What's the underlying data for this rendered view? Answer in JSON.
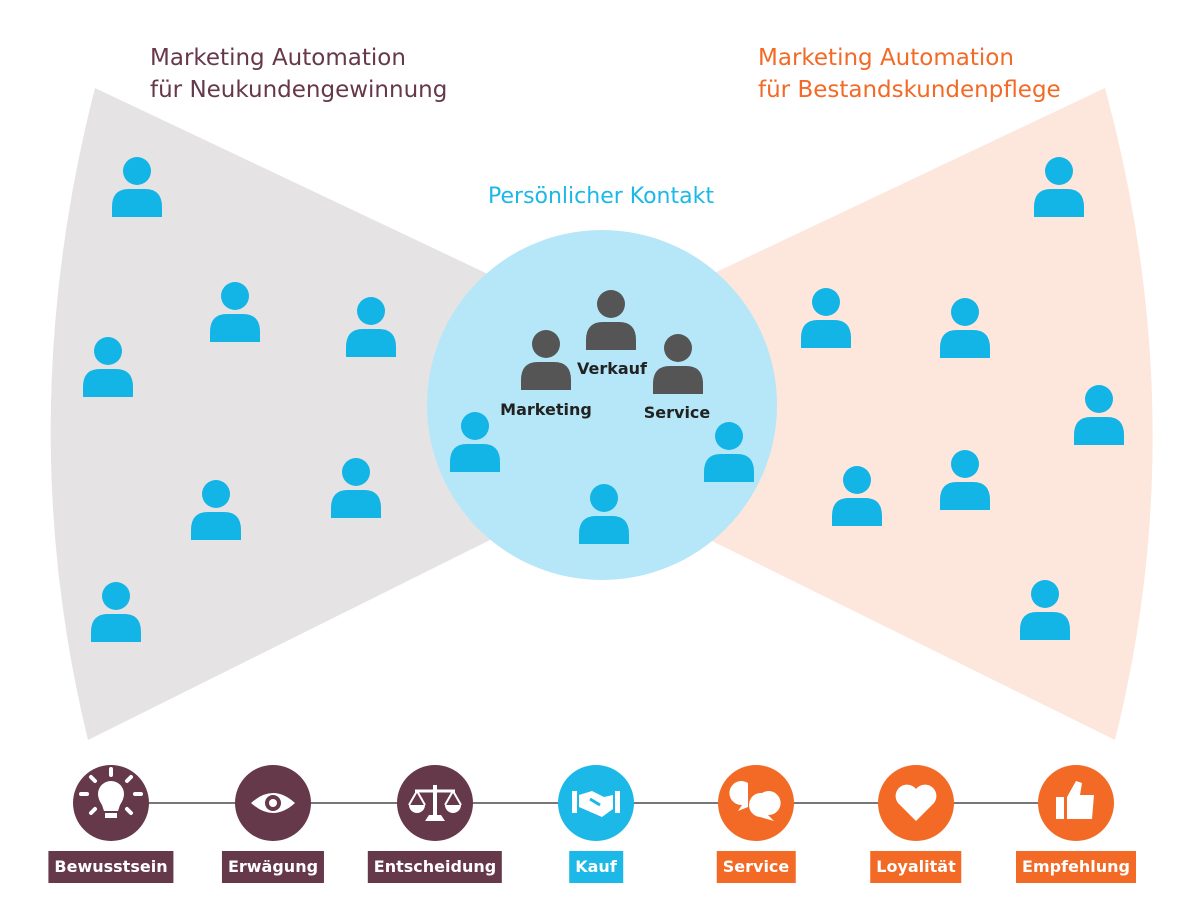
{
  "left_title": {
    "line1": "Marketing Automation",
    "line2": "für Neukundengewinnung"
  },
  "right_title": {
    "line1": "Marketing Automation",
    "line2": "für Bestandskundenpflege"
  },
  "center_title": "Persönlicher Kontakt",
  "roles": [
    "Marketing",
    "Verkauf",
    "Service"
  ],
  "steps": [
    {
      "label": "Bewusstsein",
      "icon": "lightbulb-icon",
      "color": "#65384a"
    },
    {
      "label": "Erwägung",
      "icon": "eye-icon",
      "color": "#65384a"
    },
    {
      "label": "Entscheidung",
      "icon": "scales-icon",
      "color": "#65384a"
    },
    {
      "label": "Kauf",
      "icon": "handshake-icon",
      "color": "#1bb8e8"
    },
    {
      "label": "Service",
      "icon": "chat-bubbles-icon",
      "color": "#f26a25"
    },
    {
      "label": "Loyalität",
      "icon": "heart-icon",
      "color": "#f26a25"
    },
    {
      "label": "Empfehlung",
      "icon": "thumbs-up-icon",
      "color": "#f26a25"
    }
  ],
  "colors": {
    "maroon": "#65384a",
    "cyan": "#1bb8e8",
    "orange": "#f26a25",
    "left_fan": "#e6e3e4",
    "right_fan": "#fde6dc",
    "circle": "#b5e7f8",
    "person": "#13b4e6",
    "team": "#555555"
  }
}
